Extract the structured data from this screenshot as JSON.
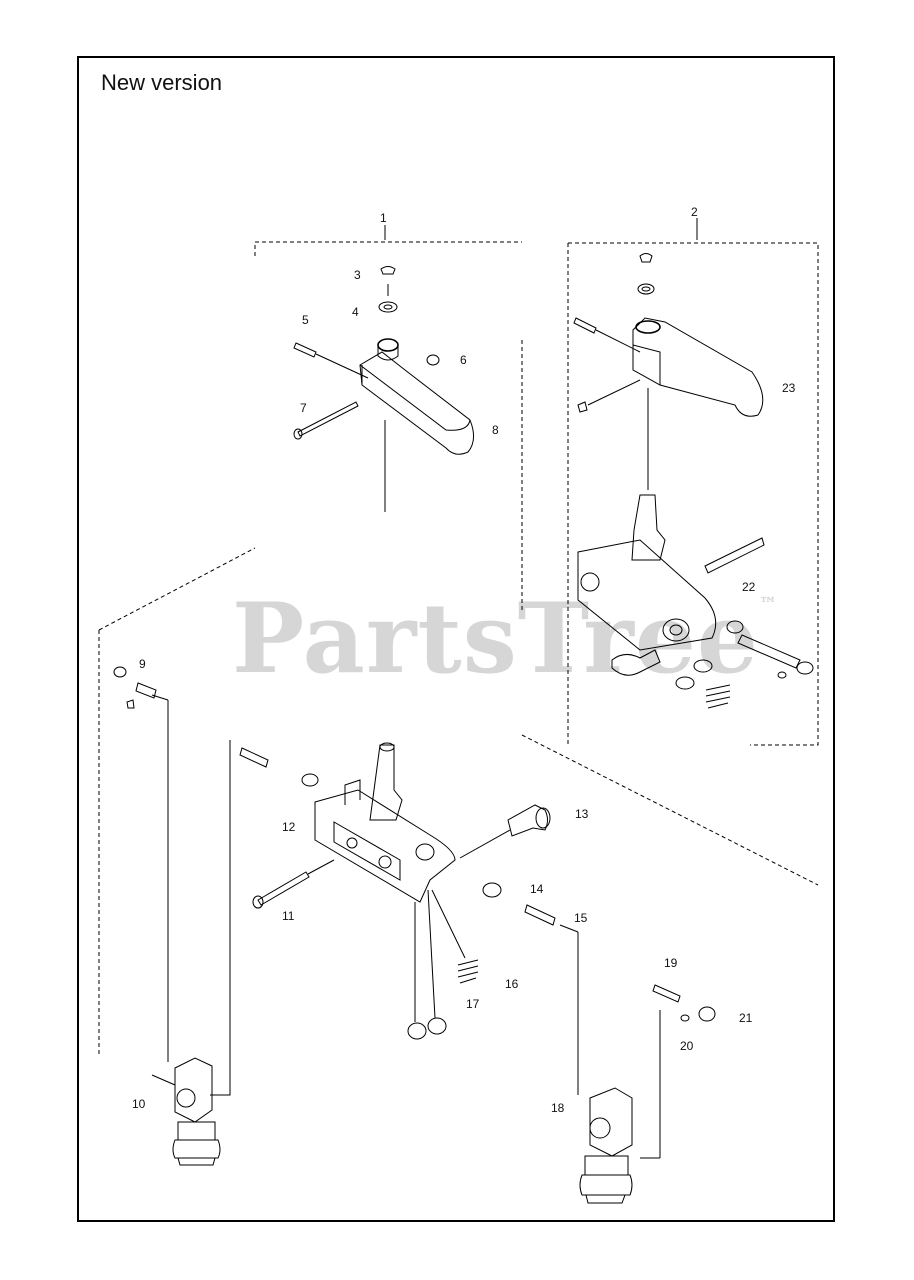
{
  "diagram": {
    "title": "New version",
    "watermark": "PartsTree",
    "watermark_mark": "™",
    "callouts": [
      "1",
      "2",
      "3",
      "4",
      "5",
      "6",
      "7",
      "8",
      "9",
      "10",
      "11",
      "12",
      "13",
      "14",
      "15",
      "16",
      "17",
      "18",
      "19",
      "20",
      "21",
      "22",
      "23"
    ]
  }
}
